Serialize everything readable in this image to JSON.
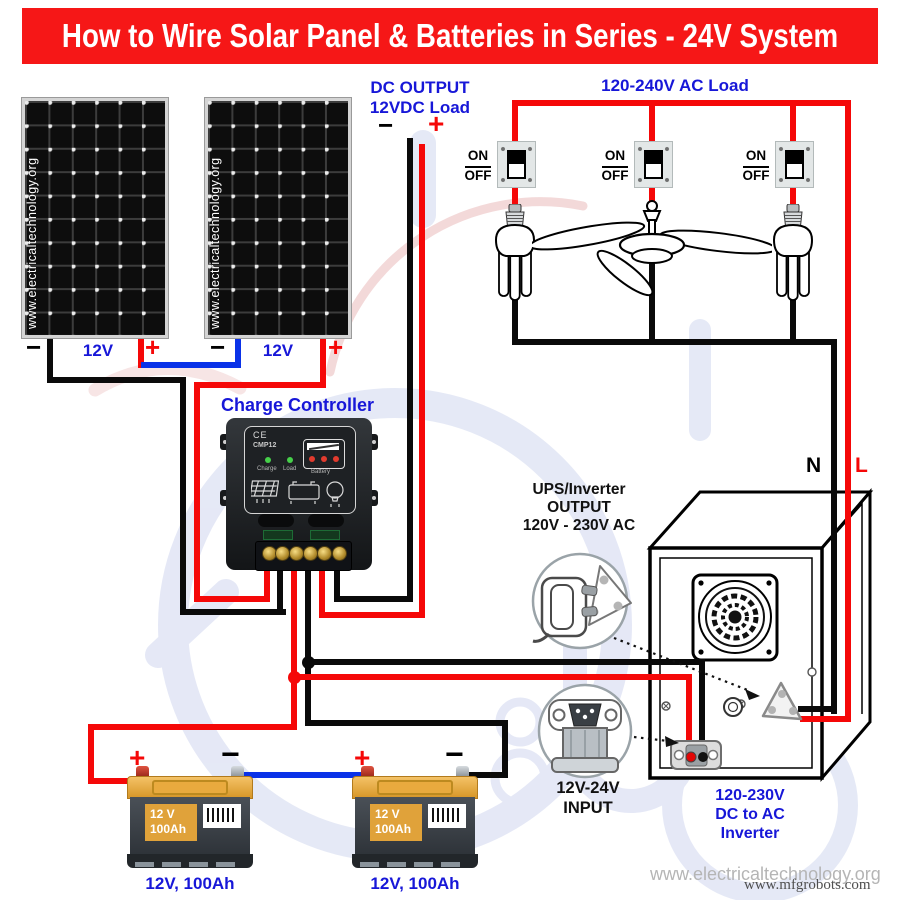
{
  "title": "How to Wire Solar Panel & Batteries in Series - 24V System",
  "solar": {
    "panel_watermark": "www.electricaltechnology.org",
    "panel1_voltage": "12V",
    "panel2_voltage": "12V",
    "minus": "−",
    "plus": "+"
  },
  "dc_output": {
    "line1": "DC OUTPUT",
    "line2": "12VDC Load",
    "minus": "−",
    "plus": "+"
  },
  "ac_load": {
    "title": "120-240V AC Load",
    "switch_on": "ON",
    "switch_off": "OFF"
  },
  "charge_controller": {
    "caption": "Charge Controller",
    "ce_mark": "CE",
    "model": "CMP12",
    "led_charge": "Charge",
    "led_load": "Load",
    "led_battery": "Battery"
  },
  "inverter": {
    "neutral": "N",
    "line": "L",
    "caption_line1": "120-230V",
    "caption_line2": "DC to AC",
    "caption_line3": "Inverter"
  },
  "ups_output": {
    "line1": "UPS/Inverter",
    "line2": "OUTPUT",
    "line3": "120V - 230V AC"
  },
  "dc_input": {
    "line1": "12V-24V",
    "line2": "INPUT"
  },
  "battery1": {
    "plate_v": "12 V",
    "plate_ah": "100Ah",
    "caption": "12V, 100Ah",
    "plus": "+",
    "minus": "−"
  },
  "battery2": {
    "plate_v": "12 V",
    "plate_ah": "100Ah",
    "caption": "12V, 100Ah",
    "plus": "+",
    "minus": "−"
  },
  "footer": {
    "watermark_large": "www.electricaltechnology.org",
    "watermark_small": "www.mfgrobots.com"
  }
}
